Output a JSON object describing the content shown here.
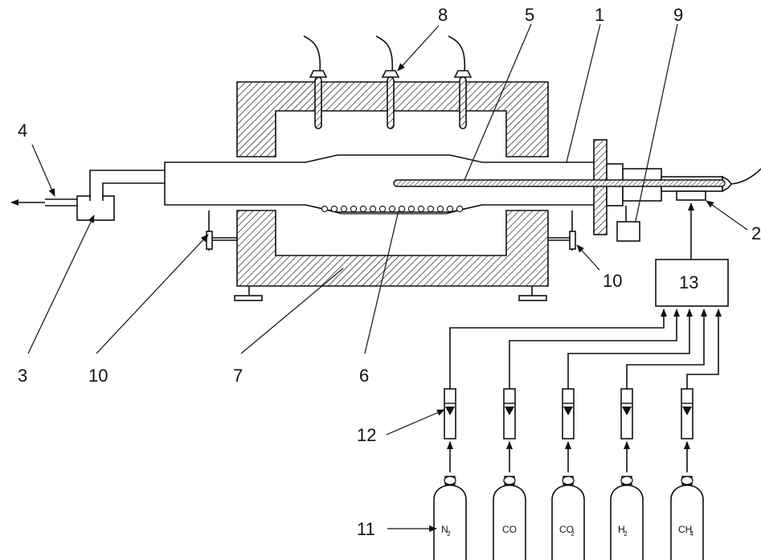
{
  "labels": {
    "l1": "1",
    "l2": "2",
    "l3": "3",
    "l4": "4",
    "l5": "5",
    "l6": "6",
    "l7": "7",
    "l8": "8",
    "l9": "9",
    "l10a": "10",
    "l10b": "10",
    "l11": "11",
    "l12": "12",
    "l13": "13"
  },
  "gases": [
    {
      "base": "N",
      "sub": "2"
    },
    {
      "base": "CO",
      "sub": ""
    },
    {
      "base": "CO",
      "sub": "2"
    },
    {
      "base": "H",
      "sub": "2"
    },
    {
      "base": "CH",
      "sub": "4"
    }
  ]
}
